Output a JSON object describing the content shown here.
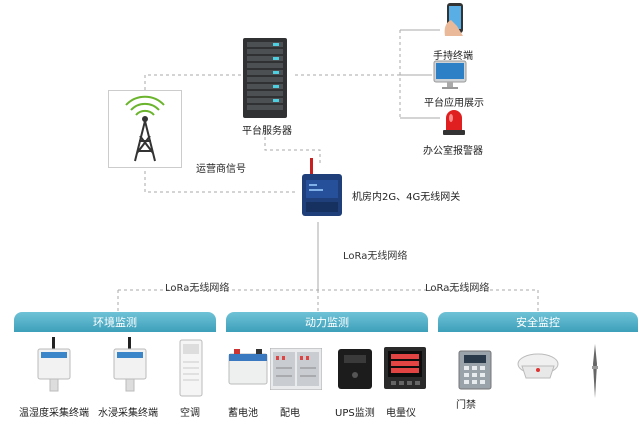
{
  "top": {
    "tower_label": "运营商信号",
    "server_label": "平台服务器",
    "gateway_label": "机房内2G、4G无线网关",
    "lora_center_label": "LoRa无线网络",
    "lora_left_label": "LoRa无线网络",
    "lora_right_label": "LoRa无线网络"
  },
  "clients": [
    {
      "label": "手持终端",
      "icon": "phone-icon"
    },
    {
      "label": "平台应用展示",
      "icon": "monitor-icon"
    },
    {
      "label": "办公室报警器",
      "icon": "alarm-icon"
    }
  ],
  "categories": [
    {
      "title": "环境监测",
      "items": [
        {
          "label": "温湿度采集终端",
          "icon": "sensor-icon"
        },
        {
          "label": "水浸采集终端",
          "icon": "sensor-icon"
        },
        {
          "label": "空调",
          "icon": "air-conditioner-icon"
        }
      ]
    },
    {
      "title": "动力监测",
      "items": [
        {
          "label": "蓄电池",
          "icon": "battery-icon"
        },
        {
          "label": "配电",
          "icon": "power-distribution-icon"
        },
        {
          "label": "UPS监测",
          "icon": "ups-icon"
        },
        {
          "label": "电量仪",
          "icon": "power-meter-icon"
        }
      ]
    },
    {
      "title": "安全监控",
      "items": [
        {
          "label": "门禁",
          "icon": "access-control-icon"
        },
        {
          "label": "",
          "icon": "smoke-detector-icon"
        },
        {
          "label": "",
          "icon": "lightning-rod-icon"
        }
      ]
    }
  ],
  "colors": {
    "accent": "#4aa8c0",
    "line": "#aaaaaa"
  }
}
